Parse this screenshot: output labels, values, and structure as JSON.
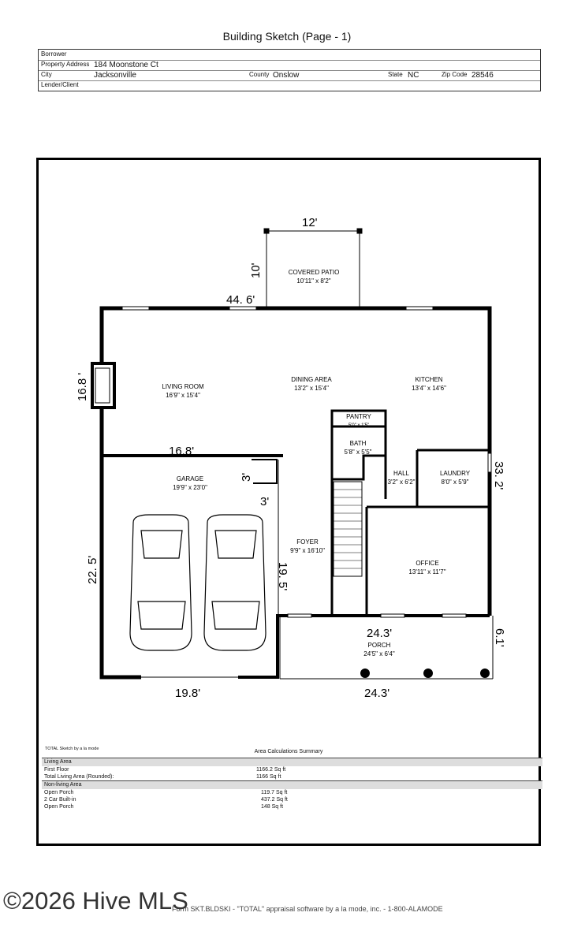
{
  "title": "Building Sketch (Page - 1)",
  "header": {
    "borrower_label": "Borrower",
    "address_label": "Property Address",
    "address": "184 Moonstone Ct",
    "city_label": "City",
    "city": "Jacksonville",
    "county_label": "County",
    "county": "Onslow",
    "state_label": "State",
    "state": "NC",
    "zip_label": "Zip Code",
    "zip": "28546",
    "lender_label": "Lender/Client"
  },
  "sketch": {
    "dims": {
      "patio_w": "12'",
      "patio_h": "10'",
      "top": "44. 6'",
      "left": "16.8 '",
      "garage_top": "16.8'",
      "step_v": "3'",
      "step_h": "3'",
      "garage_left": "22. 5'",
      "foyer": "19. 5'",
      "right": "33. 2'",
      "porch_top": "24.3'",
      "porch_right": "6.1'",
      "garage_bottom": "19.8'",
      "porch_bottom": "24.3'"
    },
    "rooms": {
      "patio": {
        "name": "COVERED PATIO",
        "size": "10'11\" x 8'2\""
      },
      "living": {
        "name": "LIVING ROOM",
        "size": "16'9\" x 15'4\""
      },
      "dining": {
        "name": "DINING AREA",
        "size": "13'2\" x 15'4\""
      },
      "kitchen": {
        "name": "KITCHEN",
        "size": "13'4\" x 14'6\""
      },
      "pantry": {
        "name": "PANTRY",
        "size": "5'0\" x 1'5\""
      },
      "bath": {
        "name": "BATH",
        "size": "5'8\" x 5'5\""
      },
      "hall": {
        "name": "HALL",
        "size": "3'2\" x 6'2\""
      },
      "laundry": {
        "name": "LAUNDRY",
        "size": "8'0\" x 5'9\""
      },
      "garage": {
        "name": "GARAGE",
        "size": "19'9\" x 23'0\""
      },
      "foyer": {
        "name": "FOYER",
        "size": "9'9\" x 16'10\""
      },
      "office": {
        "name": "OFFICE",
        "size": "13'11\" x 11'7\""
      },
      "porch": {
        "name": "PORCH",
        "size": "24'5\" x 6'4\""
      }
    }
  },
  "summary": {
    "credit": "TOTAL Sketch by a la mode",
    "title": "Area Calculations Summary",
    "living_header": "Living Area",
    "rows_living": [
      {
        "label": "First Floor",
        "value": "1166.2 Sq ft"
      },
      {
        "label": "Total Living Area (Rounded):",
        "value": "1166 Sq ft"
      }
    ],
    "nonliving_header": "Non-living Area",
    "rows_nonliving": [
      {
        "label": "Open Porch",
        "value": "119.7 Sq ft"
      },
      {
        "label": "2 Car Built-in",
        "value": "437.2 Sq ft"
      },
      {
        "label": "Open Porch",
        "value": "148 Sq ft"
      }
    ]
  },
  "footer": "Form SKT.BLDSKI - \"TOTAL\" appraisal software by a la mode, inc. - 1-800-ALAMODE",
  "watermark": "©2026 Hive MLS"
}
